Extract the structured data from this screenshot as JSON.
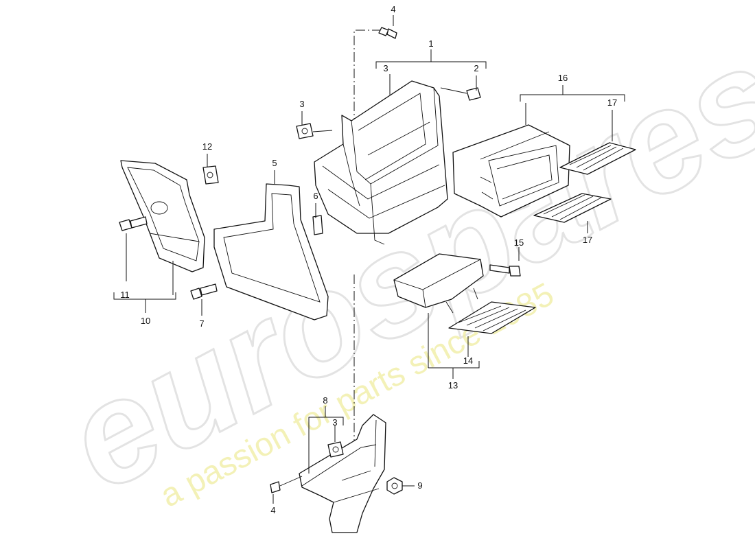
{
  "watermark": {
    "brand": "eurospares",
    "tagline": "a passion for parts since 1985"
  },
  "callouts": [
    {
      "id": "c1",
      "text": "1"
    },
    {
      "id": "c2",
      "text": "2"
    },
    {
      "id": "c3a",
      "text": "3"
    },
    {
      "id": "c3b",
      "text": "3"
    },
    {
      "id": "c3c",
      "text": "3"
    },
    {
      "id": "c4a",
      "text": "4"
    },
    {
      "id": "c4b",
      "text": "4"
    },
    {
      "id": "c5",
      "text": "5"
    },
    {
      "id": "c6",
      "text": "6"
    },
    {
      "id": "c7",
      "text": "7"
    },
    {
      "id": "c8",
      "text": "8"
    },
    {
      "id": "c9",
      "text": "9"
    },
    {
      "id": "c10",
      "text": "10"
    },
    {
      "id": "c11",
      "text": "11"
    },
    {
      "id": "c12",
      "text": "12"
    },
    {
      "id": "c13",
      "text": "13"
    },
    {
      "id": "c14",
      "text": "14"
    },
    {
      "id": "c15",
      "text": "15"
    },
    {
      "id": "c16",
      "text": "16"
    },
    {
      "id": "c17a",
      "text": "17"
    },
    {
      "id": "c17b",
      "text": "17"
    }
  ]
}
